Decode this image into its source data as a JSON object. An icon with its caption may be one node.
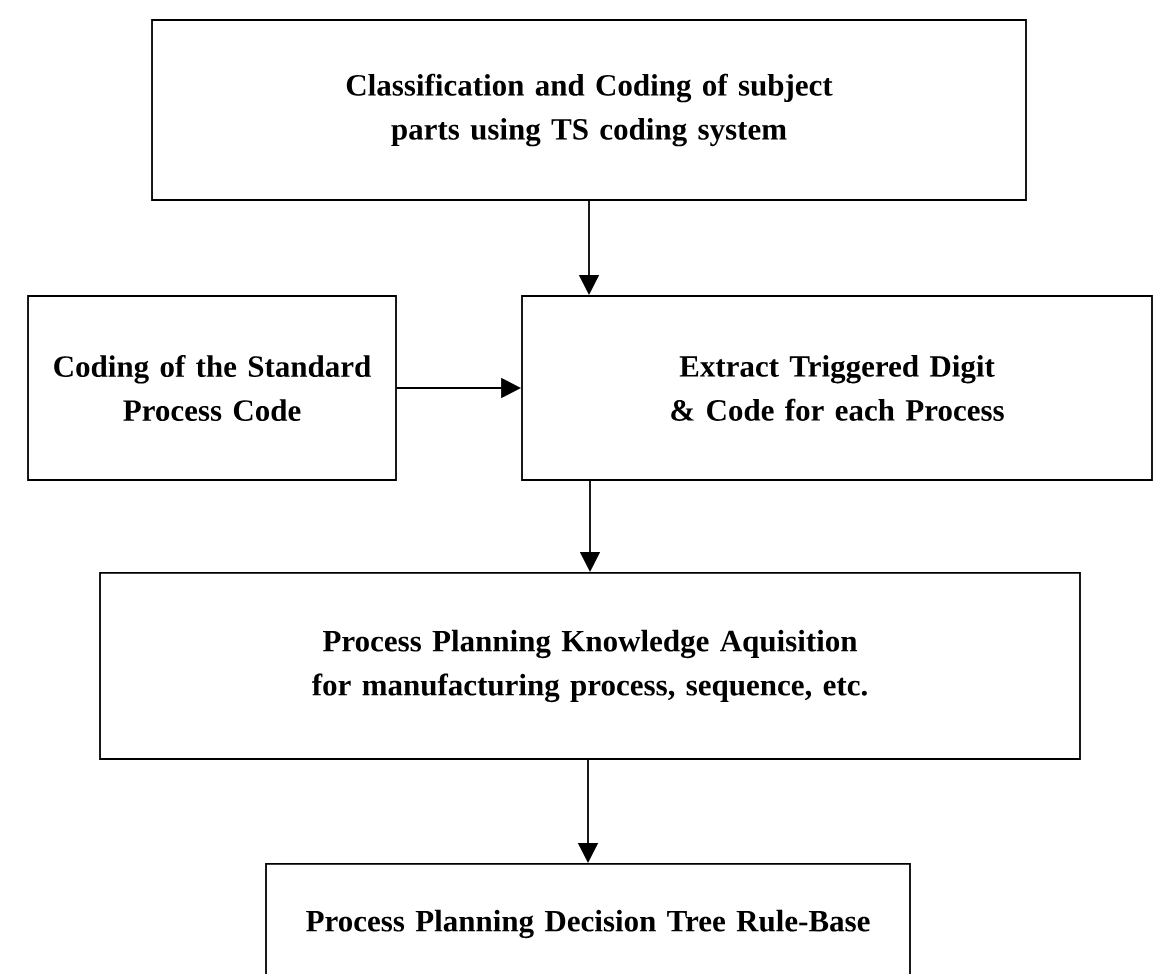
{
  "diagram": {
    "nodes": [
      {
        "text": [
          "Classification and Coding of subject parts using TS coding system"
        ]
      },
      {
        "text": [
          "Coding of the Standard Process Code"
        ]
      },
      {
        "text": [
          "Extract Triggered Digit & Code for each Process"
        ]
      },
      {
        "text": [
          "Process Planning Knowledge Aquisition for manufacturing process, sequence, etc."
        ]
      },
      {
        "text": [
          "Process Planning Decision Tree Rule-Base"
        ]
      }
    ],
    "edges": [
      {
        "from": 0,
        "to": 2,
        "arrow": "to"
      },
      {
        "from": 1,
        "to": 2,
        "arrow": "to"
      },
      {
        "from": 2,
        "to": 3,
        "arrow": "to"
      },
      {
        "from": 3,
        "to": 4,
        "arrow": "to"
      }
    ]
  }
}
